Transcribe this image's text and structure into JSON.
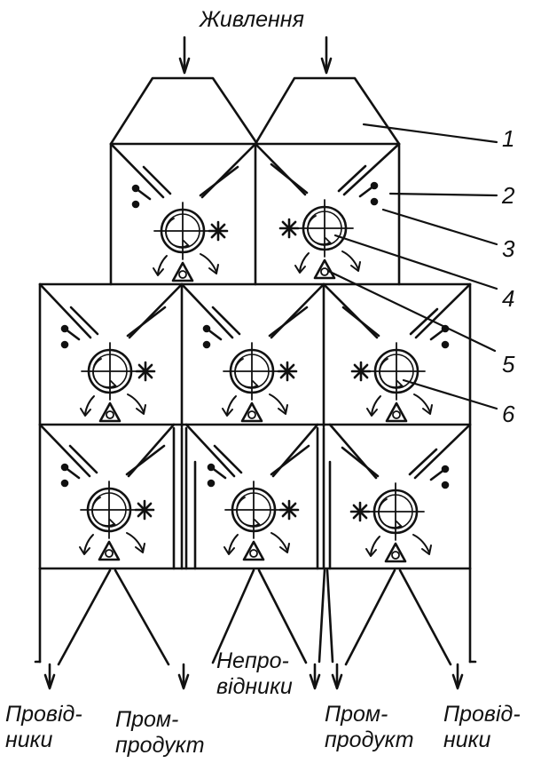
{
  "title": "Живлення",
  "outputs": {
    "conductors_left": "Провід-\nники",
    "middlings_left": "Пром-\nпродукт",
    "nonconductors": "Непро-\nвідники",
    "middlings_right": "Пром-\nпродукт",
    "conductors_right": "Провід-\nники"
  },
  "callouts": [
    "1",
    "2",
    "3",
    "4",
    "5",
    "6"
  ],
  "colors": {
    "ink": "#111111",
    "paper": "#ffffff"
  }
}
